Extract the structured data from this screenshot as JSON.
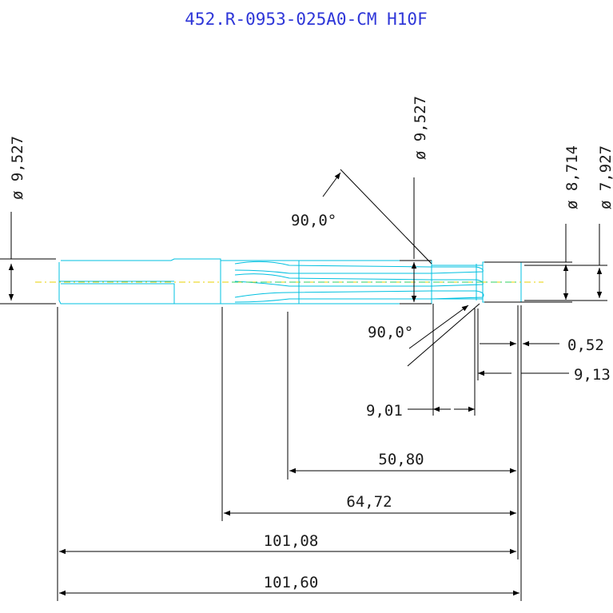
{
  "title": "452.R-0953-025A0-CM H10F",
  "diameters": {
    "shank": "ø 9,527",
    "body": "ø 9,527",
    "d1": "ø 8,714",
    "d2": "ø 7,927"
  },
  "angles": {
    "upper": "90,0°",
    "lower": "90,0°"
  },
  "lengths": {
    "l_052": "0,52",
    "l_913": "9,13",
    "l_901": "9,01",
    "l_5080": "50,80",
    "l_6472": "64,72",
    "l_10108": "101,08",
    "l_10160": "101,60"
  },
  "colors": {
    "title": "#2e36d8",
    "part_outline": "#00c0e0",
    "centerline": "#e8d000",
    "dimension": "#000000"
  }
}
